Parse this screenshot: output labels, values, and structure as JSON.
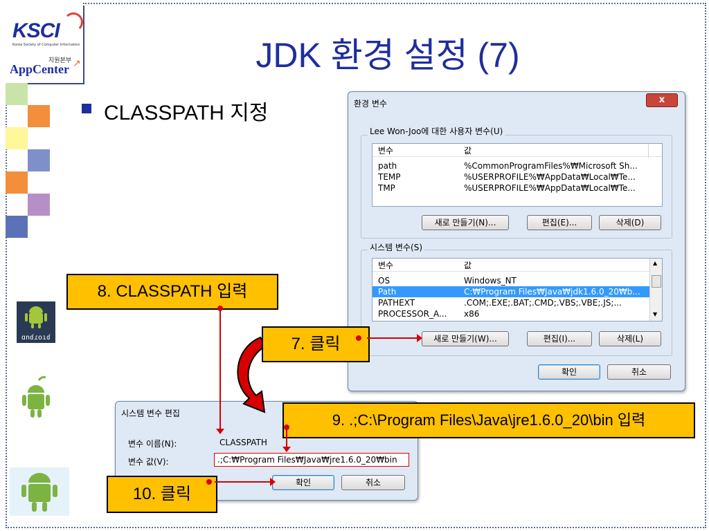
{
  "logos": {
    "ksci": "KSCI",
    "ksci_sub": "Korea Society of Computer Information",
    "appcenter_sub": "지원본부",
    "appcenter": "AppCenter"
  },
  "slide": {
    "title": "JDK 환경 설정 (7)",
    "bullet": "CLASSPATH 지정"
  },
  "env_dialog": {
    "title": "환경 변수",
    "close": "x",
    "user_group": "Lee Won-Joo에 대한 사용자 변수(U)",
    "columns": [
      "변수",
      "값"
    ],
    "user_rows": [
      {
        "name": "path",
        "value": "%CommonProgramFiles%₩Microsoft Sh..."
      },
      {
        "name": "TEMP",
        "value": "%USERPROFILE%₩AppData₩Local₩Te..."
      },
      {
        "name": "TMP",
        "value": "%USERPROFILE%₩AppData₩Local₩Te..."
      }
    ],
    "btn_new": "새로 만들기(N)...",
    "btn_edit": "편집(E)...",
    "btn_delete": "삭제(D)",
    "system_group": "시스템 변수(S)",
    "system_rows": [
      {
        "name": "OS",
        "value": "Windows_NT"
      },
      {
        "name": "Path",
        "value": "C:₩Program Files₩Java₩jdk1.6.0_20₩b..."
      },
      {
        "name": "PATHEXT",
        "value": ".COM;.EXE;.BAT;.CMD;.VBS;.VBE;.JS;..."
      },
      {
        "name": "PROCESSOR_A...",
        "value": "x86"
      }
    ],
    "sys_btn_new": "새로 만들기(W)...",
    "sys_btn_edit": "편집(I)...",
    "sys_btn_delete": "삭제(L)",
    "ok": "확인",
    "cancel": "취소"
  },
  "edit_dialog": {
    "title": "시스템 변수 편집",
    "name_label": "변수 이름(N):",
    "name_value": "CLASSPATH",
    "value_label": "변수 값(V):",
    "value_value": ".;C:₩Program Files₩Java₩jre1.6.0_20₩bin",
    "ok": "확인",
    "cancel": "취소"
  },
  "callouts": {
    "step7": "7. 클릭",
    "step8": "8. CLASSPATH 입력",
    "step9": "9. .;C:\\Program Files\\Java\\jre1.6.0_20\\bin 입력",
    "step10": "10. 클릭"
  },
  "colors": {
    "title": "#1f2d9e",
    "callout": "#ffc000",
    "arrow": "#d60000",
    "selection": "#3399ff"
  },
  "icons": [
    "android-logo-icon",
    "android-robot-icon"
  ]
}
